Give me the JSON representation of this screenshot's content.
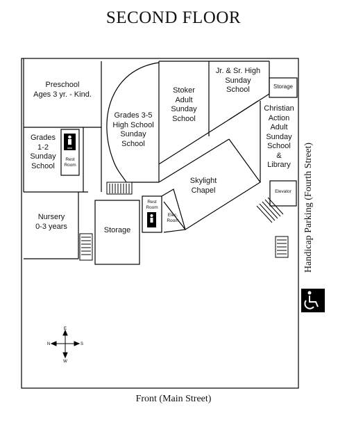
{
  "title": "SECOND FLOOR",
  "footer": "Front (Main Street)",
  "side_label": "Handicap Parking (Fourth Street)",
  "rooms": {
    "preschool": [
      "Preschool",
      "Ages 3 yr. - Kind."
    ],
    "grades12": [
      "Grades",
      "1-2",
      "Sunday",
      "School"
    ],
    "restroom1": [
      "Rest",
      "Room"
    ],
    "grades35": [
      "Grades 3-5",
      "High School",
      "Sunday",
      "School"
    ],
    "stoker": [
      "Stoker",
      "Adult",
      "Sunday",
      "School"
    ],
    "jrsr": [
      "Jr. & Sr. High",
      "Sunday",
      "School"
    ],
    "storage_small": [
      "Storage"
    ],
    "christian": [
      "Christian",
      "Action",
      "Adult",
      "Sunday",
      "School",
      "&",
      "Library"
    ],
    "skylight": [
      "Skylight",
      "Chapel"
    ],
    "elevator": [
      "Elevator"
    ],
    "nursery": [
      "Nursery",
      "0-3 years"
    ],
    "storage": [
      "Storage"
    ],
    "restroom2": [
      "Rest",
      "Room"
    ],
    "elec": [
      "Elec.",
      "Room"
    ]
  },
  "compass": {
    "n": "E",
    "w": "N",
    "e": "S",
    "s": "W"
  },
  "icons": [
    "restroom-icon",
    "restroom-icon",
    "handicap-icon",
    "compass-icon"
  ]
}
